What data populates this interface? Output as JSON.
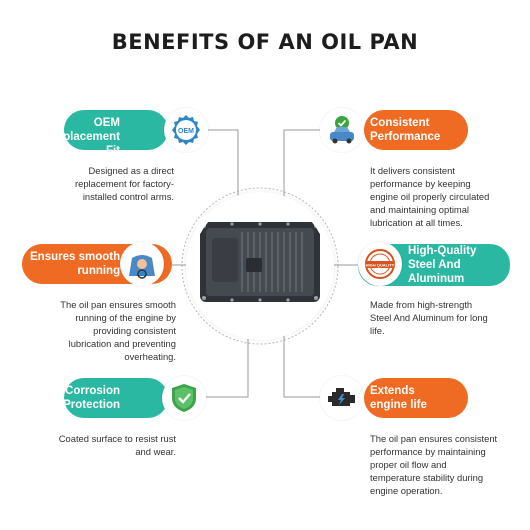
{
  "title": "BENEFITS OF AN OIL PAN",
  "benefits": [
    {
      "title": [
        "OEM",
        "Replacement Fit"
      ],
      "icon": "oem-badge-icon",
      "description": [
        "Designed as a direct",
        "replacement for factory-",
        "installed control arms."
      ],
      "badge_text": "OEM"
    },
    {
      "title": [
        "Consistent",
        "Performance"
      ],
      "icon": "car-check-icon",
      "description": [
        "It delivers consistent",
        "performance by keeping",
        "engine oil properly circulated",
        "and maintaining optimal",
        "lubrication at all times."
      ]
    },
    {
      "title": [
        "Ensures smooth",
        "running"
      ],
      "icon": "driver-icon",
      "description": [
        "The oil pan ensures smooth",
        "running of the engine by",
        "providing consistent",
        "lubrication and preventing",
        "overheating."
      ]
    },
    {
      "title": [
        "High-Quality",
        "Steel And",
        "Aluminum"
      ],
      "icon": "high-quality-stamp-icon",
      "description": [
        "Made from high-strength",
        "Steel And Aluminum for long",
        "life."
      ],
      "badge_text": "HIGH QUALITY"
    },
    {
      "title": [
        "Corrosion",
        "Protection"
      ],
      "icon": "shield-check-icon",
      "description": [
        "Coated surface to resist rust",
        "and wear."
      ]
    },
    {
      "title": [
        "Extends",
        "engine life"
      ],
      "icon": "engine-icon",
      "description": [
        "The oil pan ensures consistent",
        "performance by maintaining",
        "proper oil flow and",
        "temperature stability during",
        "engine operation."
      ]
    }
  ],
  "colors": {
    "teal": "#2bb8a3",
    "orange": "#ef6a23",
    "line": "#9a9a9a"
  }
}
